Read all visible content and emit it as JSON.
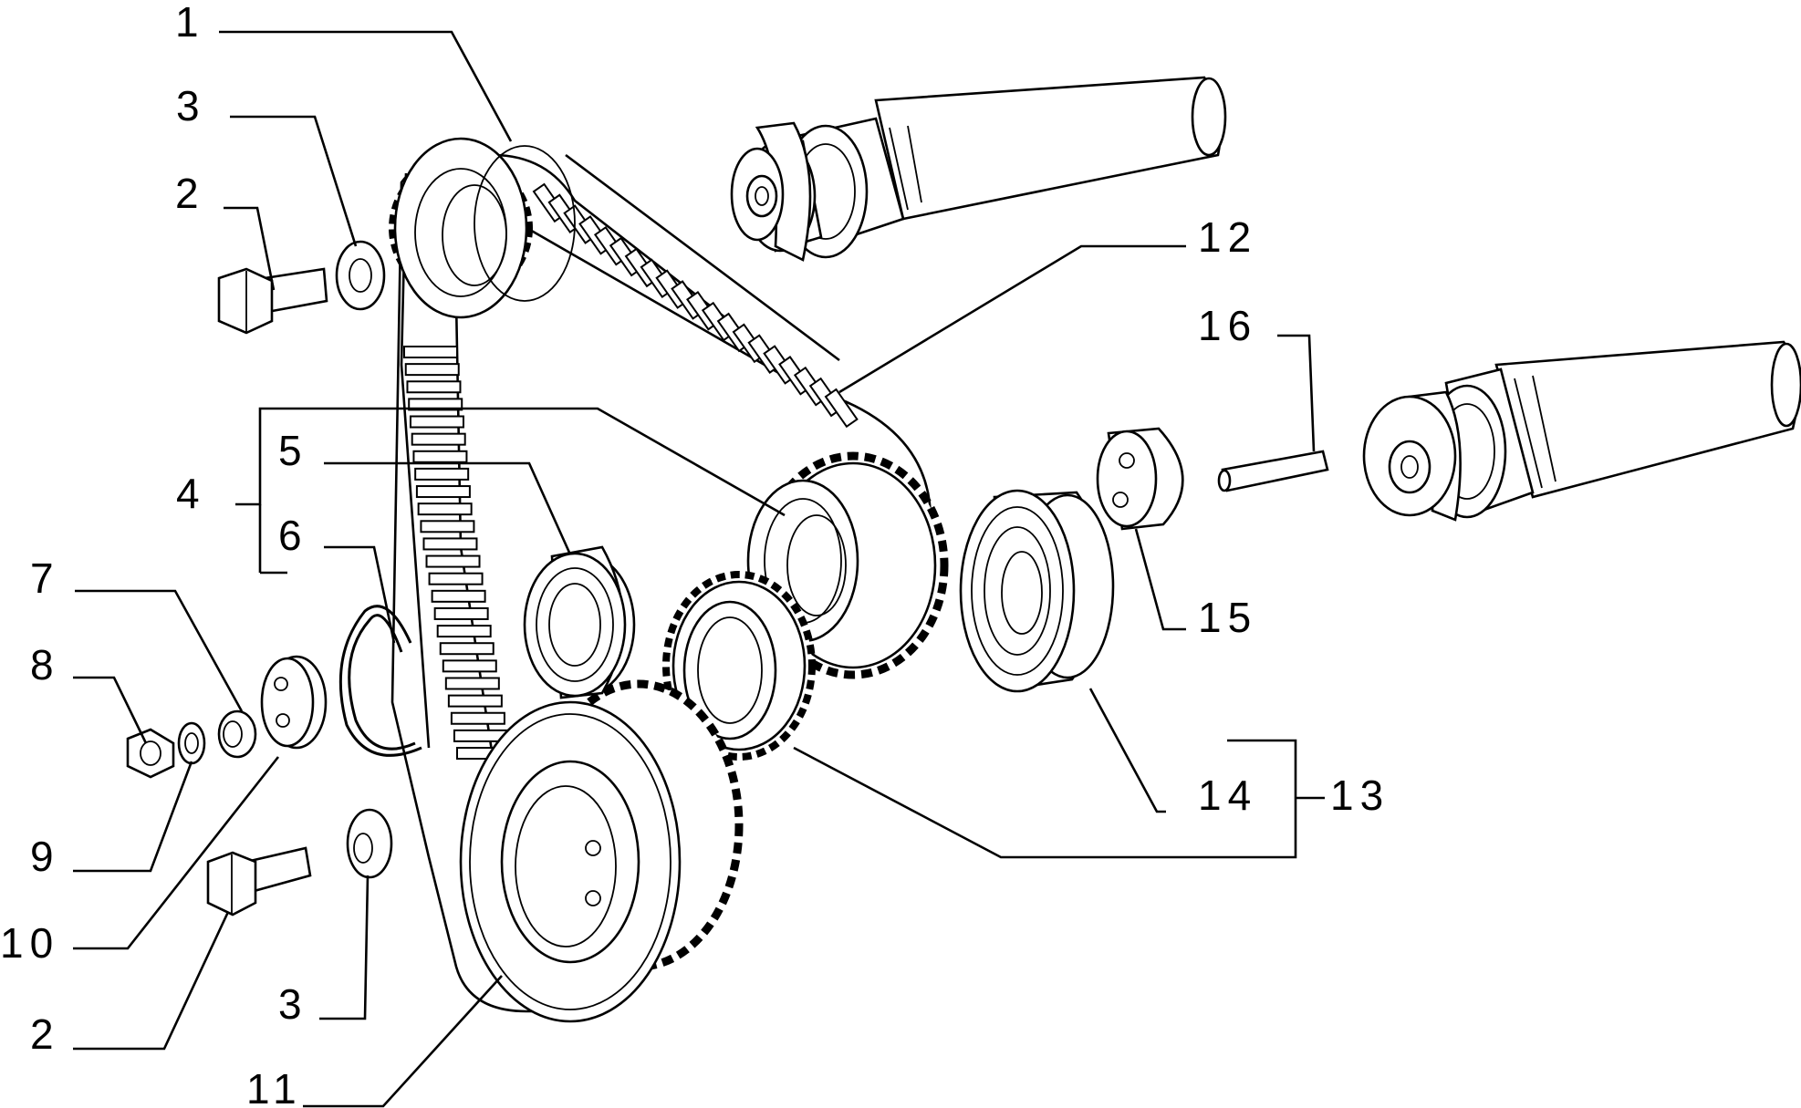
{
  "callouts": {
    "c1": "1",
    "c3a": "3",
    "c2a": "2",
    "c12": "12",
    "c16": "16",
    "c4": "4",
    "c5": "5",
    "c6": "6",
    "c7": "7",
    "c8": "8",
    "c9": "9",
    "c10": "10",
    "c2b": "2",
    "c3b": "3",
    "c11": "11",
    "c14": "14",
    "c13": "13",
    "c15": "15"
  }
}
